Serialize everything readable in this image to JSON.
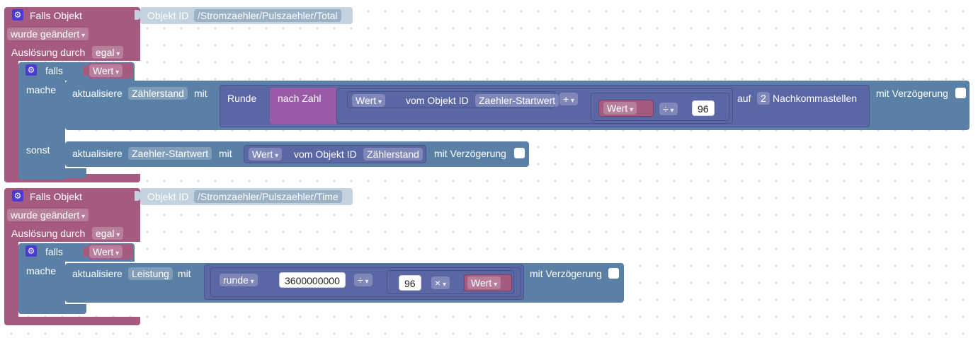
{
  "colors": {
    "trigger": "#a55b80",
    "control": "#5b80a5",
    "math": "#5b67a5",
    "object_id": "#c3d2df",
    "conversion": "#9a5ca6",
    "gear": "#4a3ad6"
  },
  "icons": {
    "settings": "gear-icon"
  },
  "block1": {
    "head": "Falls Objekt",
    "objid_label": "Objekt ID",
    "objid_value": "/Stromzaehler/Pulszaehler/Total",
    "change": "wurde geändert",
    "trigger_label": "Auslösung durch",
    "trigger_value": "egal",
    "if_label": "falls",
    "if_value": "Wert",
    "do_label": "mache",
    "else_label": "sonst",
    "update1": {
      "label": "aktualisiere",
      "target": "Zählerstand",
      "mit": "mit",
      "round": "Runde",
      "to_number": "nach Zahl",
      "value_select": "Wert",
      "of_object": "vom Objekt ID",
      "object": "Zaehler-Startwert",
      "op_plus": "+",
      "value2": "Wert",
      "op_div": "÷",
      "number": "96",
      "decimals_prefix": "auf",
      "decimals": "2",
      "decimals_suffix": "Nachkommastellen",
      "delay": "mit Verzögerung"
    },
    "update2": {
      "label": "aktualisiere",
      "target": "Zaehler-Startwert",
      "mit": "mit",
      "value_select": "Wert",
      "of_object": "vom Objekt ID",
      "object": "Zählerstand",
      "delay": "mit Verzögerung"
    }
  },
  "block2": {
    "head": "Falls Objekt",
    "objid_label": "Objekt ID",
    "objid_value": "/Stromzaehler/Pulszaehler/Time",
    "change": "wurde geändert",
    "trigger_label": "Auslösung durch",
    "trigger_value": "egal",
    "if_label": "falls",
    "if_value": "Wert",
    "do_label": "mache",
    "update": {
      "label": "aktualisiere",
      "target": "Leistung",
      "mit": "mit",
      "round": "runde",
      "number1": "3600000000",
      "op_div": "÷",
      "number2": "96",
      "op_mul": "×",
      "value": "Wert",
      "delay": "mit Verzögerung"
    }
  }
}
